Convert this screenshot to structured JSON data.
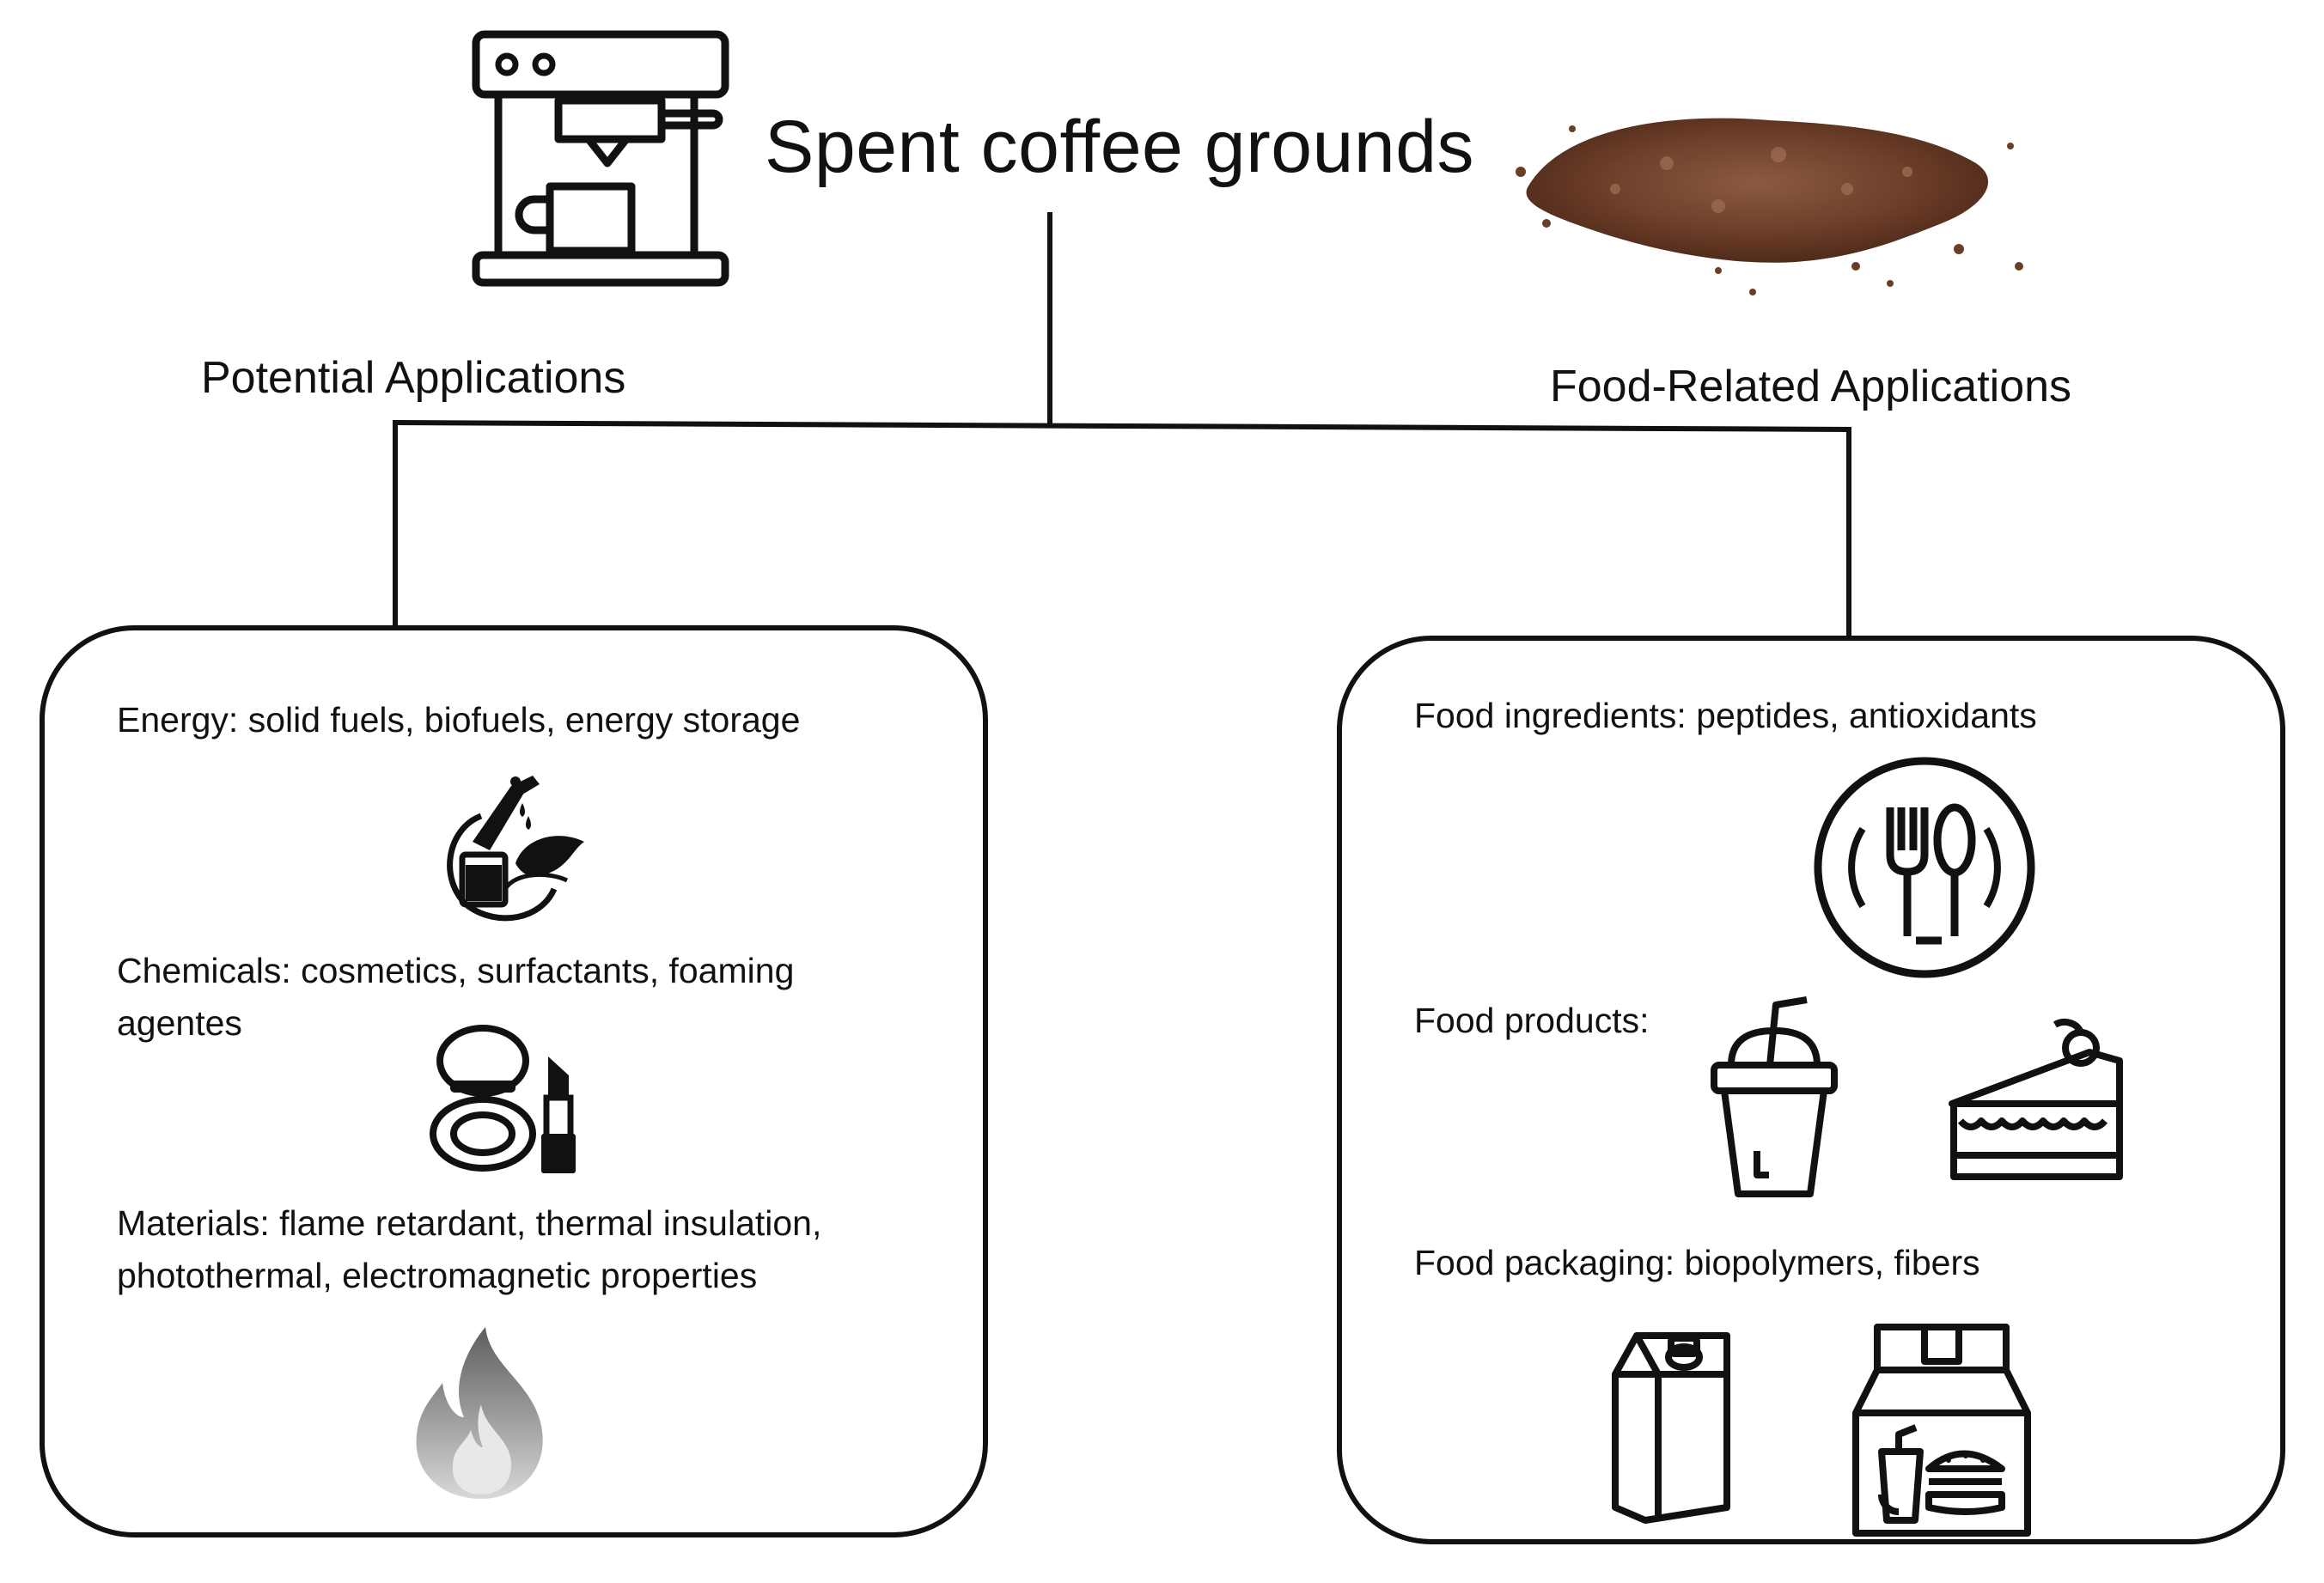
{
  "diagram": {
    "title": "Spent coffee grounds",
    "branches": {
      "left": {
        "label": "Potential Applications",
        "items": [
          {
            "caption_lines": [
              "Energy: solid fuels, biofuels, energy storage"
            ],
            "icon": "biofuel-pump-leaf-icon"
          },
          {
            "caption_lines": [
              "Chemicals: cosmetics, surfactants, foaming",
              "agentes"
            ],
            "icon": "cosmetics-compact-lipstick-icon"
          },
          {
            "caption_lines": [
              "Materials: flame retardant, thermal insulation,",
              "photothermal, electromagnetic properties"
            ],
            "icon": "flame-icon"
          }
        ]
      },
      "right": {
        "label": "Food-Related Applications",
        "items": [
          {
            "caption_lines": [
              "Food ingredients: peptides, antioxidants"
            ],
            "icon": "plate-fork-spoon-icon"
          },
          {
            "caption_lines": [
              "Food products:"
            ],
            "icons": [
              "drink-cup-icon",
              "cake-slice-icon"
            ]
          },
          {
            "caption_lines": [
              "Food packaging: biopolymers, fibers"
            ],
            "icons": [
              "milk-carton-icon",
              "takeaway-bag-icon"
            ]
          }
        ]
      }
    },
    "header_icons": [
      "coffee-machine-icon",
      "coffee-grounds-pile-icon"
    ],
    "colors": {
      "line": "#111111",
      "grounds": "#7a4a33",
      "flame": "#9a9a9a"
    }
  }
}
